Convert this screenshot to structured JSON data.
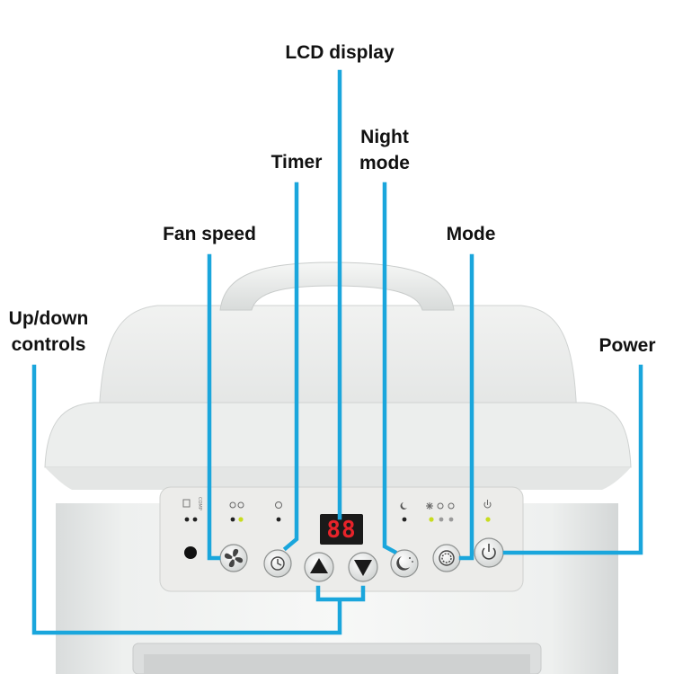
{
  "labels": {
    "lcd_display": "LCD display",
    "night_mode": [
      "Night",
      "mode"
    ],
    "timer": "Timer",
    "fan_speed": "Fan speed",
    "mode": "Mode",
    "up_down_controls": [
      "Up/down",
      "controls"
    ],
    "power": "Power"
  },
  "display": {
    "digits": "88"
  },
  "panel_icons": {
    "tank_label": "COMP"
  },
  "colors": {
    "callout_line": "#1aa6dc",
    "led_on": "#c8dc1e",
    "lcd_segment": "#e8232a"
  }
}
